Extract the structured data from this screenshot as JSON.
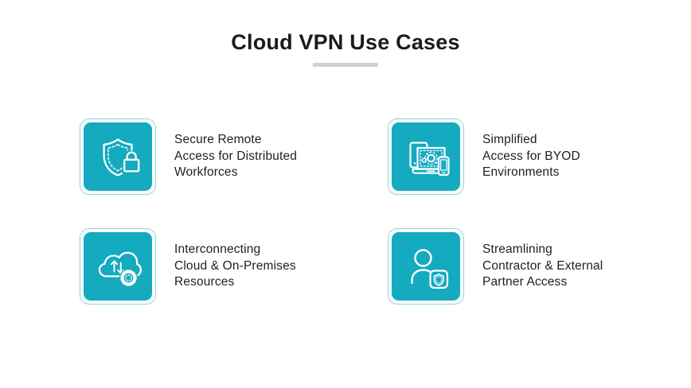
{
  "title": {
    "text": "Cloud VPN Use Cases"
  },
  "divider": {
    "color": "#d2d2d4"
  },
  "theme": {
    "background": "#ffffff",
    "tile_fill": "#14aabf",
    "tile_dotted_border": "#14aabf",
    "icon_stroke": "#ffffff",
    "title_color": "#1b1b1b",
    "body_text_color": "#1f1f1f"
  },
  "items": [
    {
      "icon": "shield-lock-icon",
      "lines": [
        "Secure Remote",
        "Access for Distributed",
        "Workforces"
      ]
    },
    {
      "icon": "devices-byod-icon",
      "lines": [
        "Simplified",
        "Access for BYOD",
        "Environments"
      ]
    },
    {
      "icon": "cloud-sync-gear-icon",
      "lines": [
        "Interconnecting",
        "Cloud & On-Premises",
        "Resources"
      ]
    },
    {
      "icon": "user-shield-badge-icon",
      "lines": [
        "Streamlining",
        "Contractor & External",
        "Partner Access"
      ]
    }
  ]
}
